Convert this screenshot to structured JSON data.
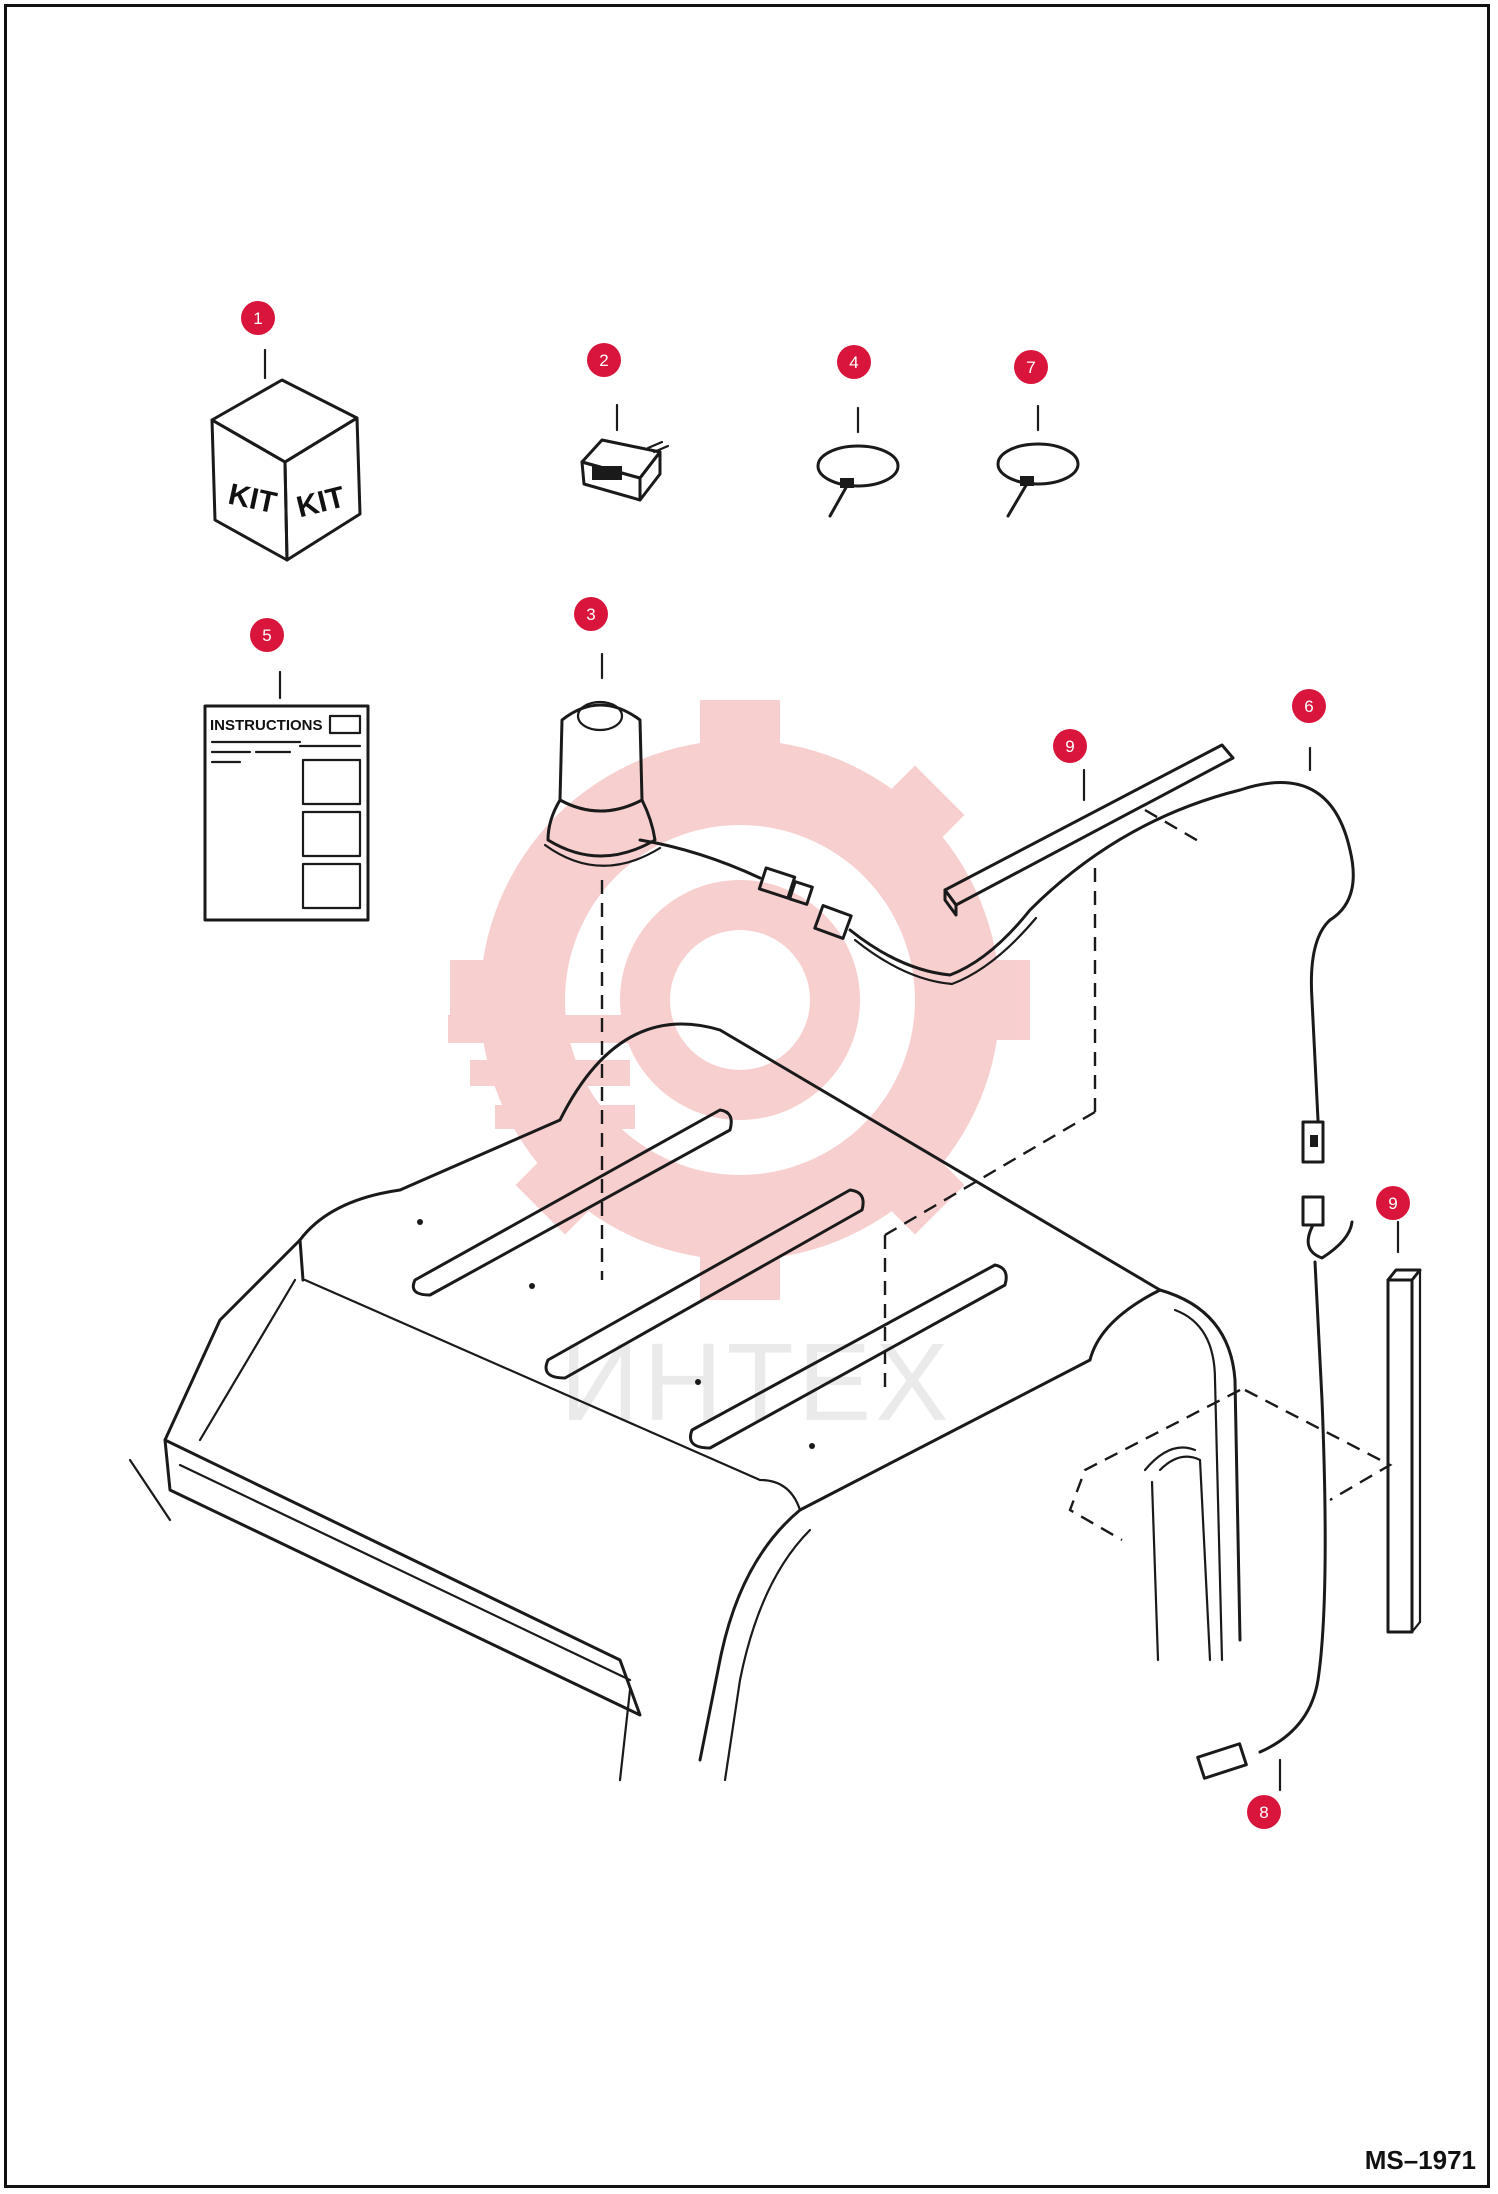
{
  "document": {
    "code": "MS–1971"
  },
  "watermark": {
    "text": "ИНТЕХ",
    "color": "#f3a0a0"
  },
  "parts": {
    "kit_box": {
      "face_left": "KIT",
      "face_right": "KIT"
    },
    "instructions": {
      "title": "INSTRUCTIONS"
    }
  },
  "callouts": [
    {
      "number": "1",
      "part": "kit"
    },
    {
      "number": "2",
      "part": "switch"
    },
    {
      "number": "3",
      "part": "beacon"
    },
    {
      "number": "4",
      "part": "cable-tie"
    },
    {
      "number": "5",
      "part": "instructions"
    },
    {
      "number": "6",
      "part": "harness"
    },
    {
      "number": "7",
      "part": "cable-tie"
    },
    {
      "number": "8",
      "part": "harness-connector"
    },
    {
      "number": "9",
      "part": "channel"
    },
    {
      "number": "9",
      "part": "channel"
    }
  ],
  "colors": {
    "callout": "#d9153c",
    "line": "#1a1a1a"
  }
}
